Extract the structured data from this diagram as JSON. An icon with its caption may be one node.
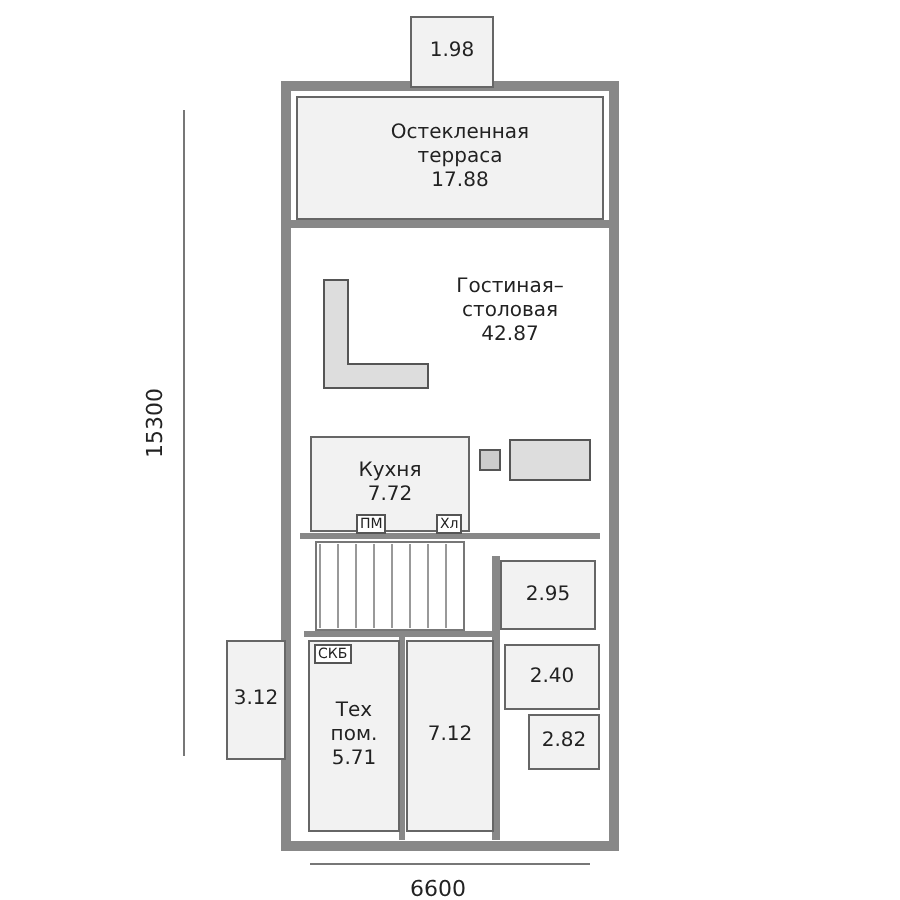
{
  "diagram": {
    "nodes": [
      {
        "text": [
          "1.98"
        ]
      },
      {
        "text": [
          "Остекленная терраса",
          "17.88"
        ]
      },
      {
        "text": [
          "Гостиная–столовая",
          "42.87"
        ]
      },
      {
        "text": [
          "Кухня",
          "7.72"
        ]
      },
      {
        "text": [
          "2.95"
        ]
      },
      {
        "text": [
          "Тех пом.",
          "5.71"
        ]
      },
      {
        "text": [
          "7.12"
        ]
      },
      {
        "text": [
          "3.12"
        ]
      },
      {
        "text": [
          "2.40"
        ]
      },
      {
        "text": [
          "2.82"
        ]
      }
    ],
    "labels": [
      "ПМ",
      "Хл",
      "СКБ",
      "15300",
      "6600"
    ]
  }
}
